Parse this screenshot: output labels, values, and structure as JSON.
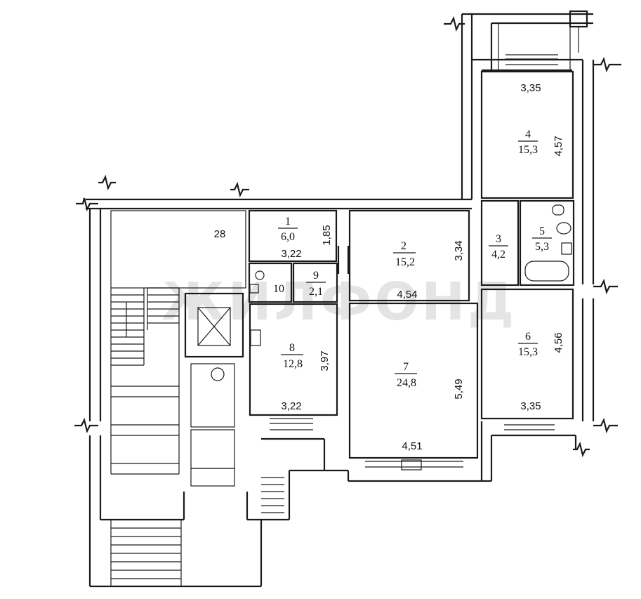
{
  "watermark": "ЖИЛФОНД",
  "rooms": [
    {
      "number": "1",
      "area": "6,0"
    },
    {
      "number": "2",
      "area": "15,2"
    },
    {
      "number": "3",
      "area": "4,2"
    },
    {
      "number": "4",
      "area": "15,3"
    },
    {
      "number": "5",
      "area": "5,3"
    },
    {
      "number": "6",
      "area": "15,3"
    },
    {
      "number": "7",
      "area": "24,8"
    },
    {
      "number": "8",
      "area": "12,8"
    },
    {
      "number": "9",
      "area": "2,1"
    },
    {
      "number": "10",
      "area": ""
    }
  ],
  "dimensions": {
    "r4_width": "3,35",
    "r4_height": "4,57",
    "r1_width": "3,22",
    "r1_height": "1,85",
    "r2_height": "3,34",
    "r2_width": "4,54",
    "r6_height": "4,56",
    "r6_width": "3,35",
    "r8_height": "3,97",
    "r8_width": "3,22",
    "r7_height": "5,49",
    "r7_width": "4,51",
    "stair_mark": "28"
  }
}
